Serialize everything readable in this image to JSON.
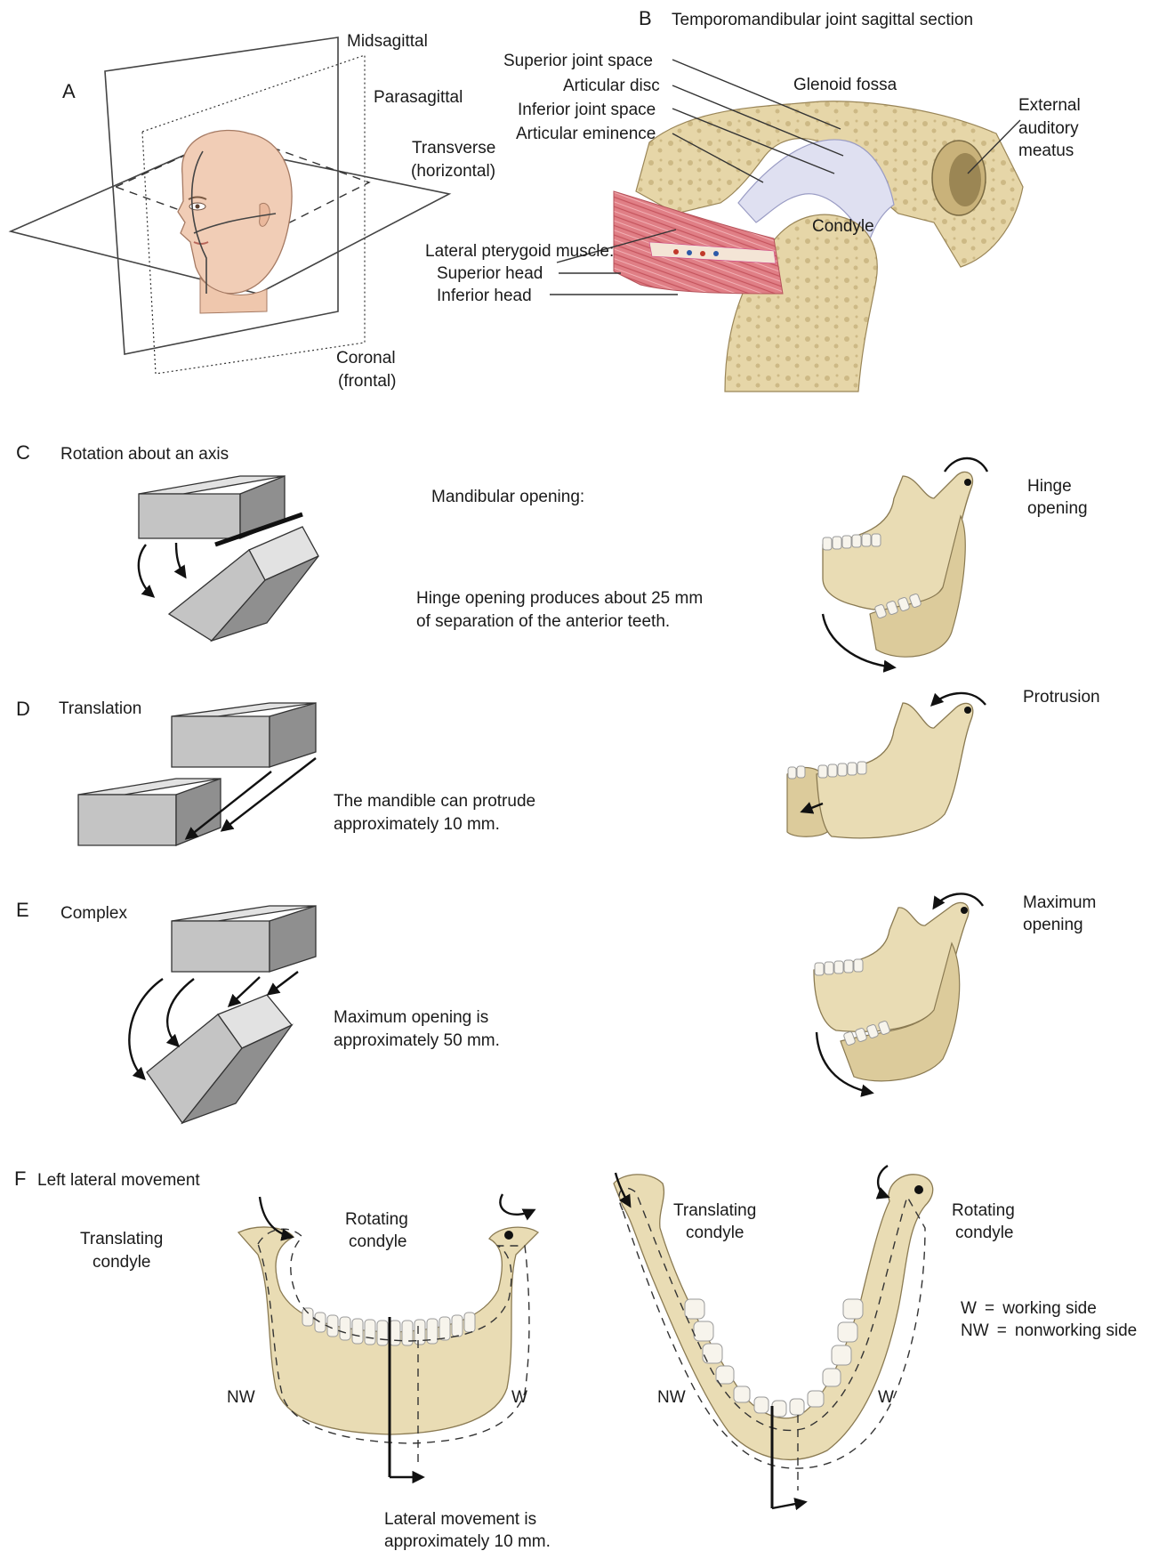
{
  "panels": {
    "A": {
      "letter": "A",
      "labels": {
        "midsagittal": "Midsagittal",
        "parasagittal": "Parasagittal",
        "transverse_1": "Transverse",
        "transverse_2": "(horizontal)",
        "coronal_1": "Coronal",
        "coronal_2": "(frontal)"
      }
    },
    "B": {
      "letter": "B",
      "title": "Temporomandibular joint sagittal section",
      "labels": {
        "superior_joint_space": "Superior joint space",
        "articular_disc": "Articular disc",
        "inferior_joint_space": "Inferior joint space",
        "articular_eminence": "Articular eminence",
        "glenoid_fossa": "Glenoid fossa",
        "external_auditory_1": "External",
        "external_auditory_2": "auditory",
        "external_auditory_3": "meatus",
        "condyle": "Condyle",
        "lateral_pterygoid": "Lateral pterygoid muscle:",
        "superior_head": "Superior head",
        "inferior_head": "Inferior head"
      }
    },
    "C": {
      "letter": "C",
      "title": "Rotation about an axis",
      "heading": "Mandibular opening:",
      "caption_1": "Hinge opening produces about 25 mm",
      "caption_2": "of separation of the anterior teeth.",
      "side_1": "Hinge",
      "side_2": "opening"
    },
    "D": {
      "letter": "D",
      "title": "Translation",
      "caption_1": "The mandible can protrude",
      "caption_2": "approximately 10 mm.",
      "side_1": "Protrusion"
    },
    "E": {
      "letter": "E",
      "title": "Complex",
      "caption_1": "Maximum opening is",
      "caption_2": "approximately 50 mm.",
      "side_1": "Maximum",
      "side_2": "opening"
    },
    "F": {
      "letter": "F",
      "title": "Left lateral movement",
      "translating_1": "Translating",
      "translating_2": "condyle",
      "rotating_1": "Rotating",
      "rotating_2": "condyle",
      "nw": "NW",
      "w": "W",
      "legend_w": "W  =  working side",
      "legend_nw": "NW  =  nonworking side",
      "caption_1": "Lateral movement is",
      "caption_2": "approximately 10 mm."
    }
  },
  "icons": {
    "head": "human-head-illustration",
    "tmj": "tmj-cross-section-illustration",
    "mandible": "mandible-illustration",
    "block": "gray-block-illustration"
  },
  "colors": {
    "bone": "#e9dcb4",
    "muscle": "#d9676f",
    "disc": "#d9dcef",
    "skin": "#f1cdb6"
  }
}
